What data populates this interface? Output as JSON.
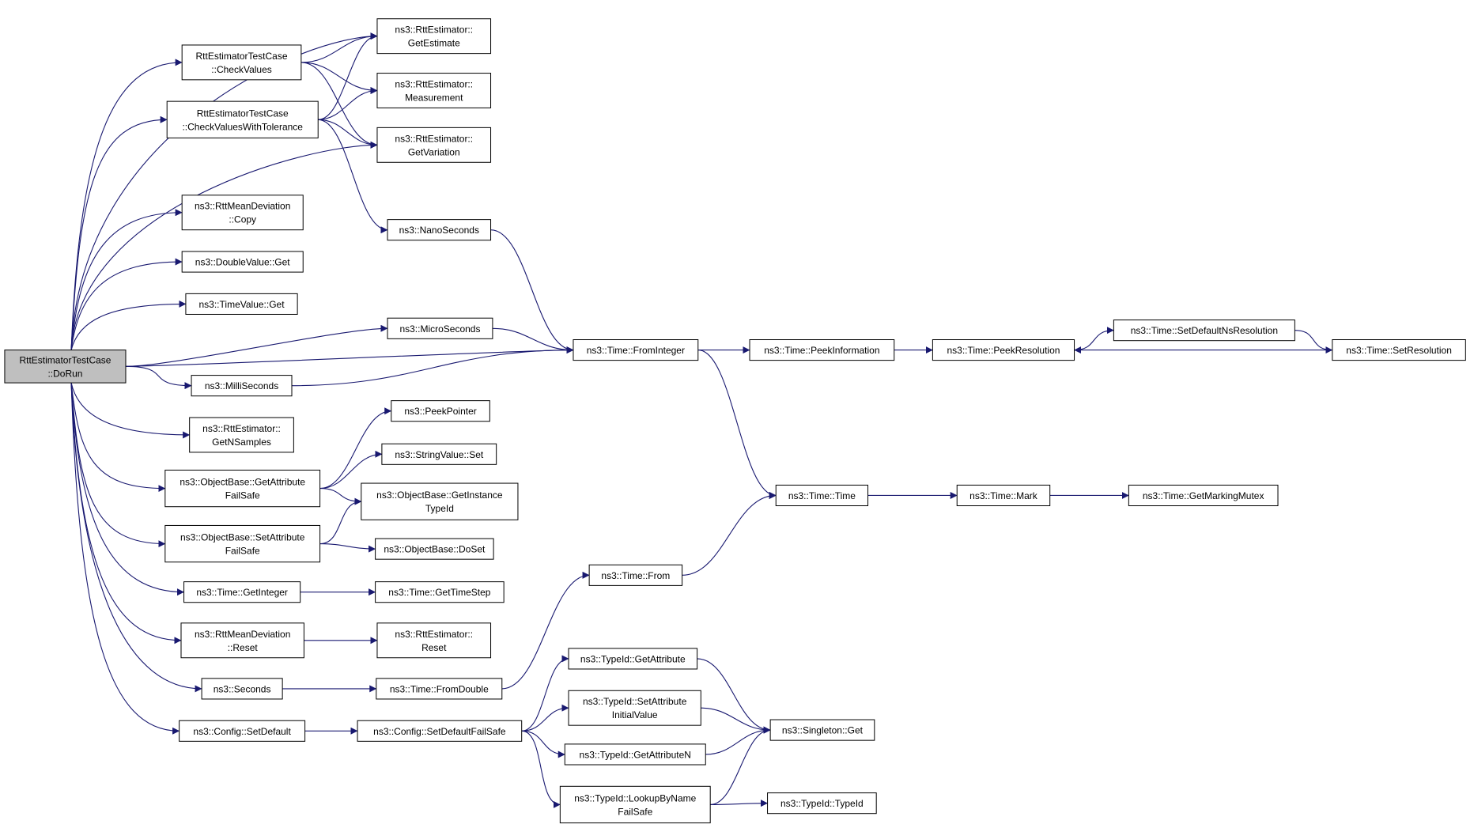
{
  "diagram": {
    "type": "call-graph",
    "edge_color": "#191970",
    "node_fill": "#ffffff",
    "root_fill": "#bfbfbf",
    "nodes": [
      {
        "id": "dorun",
        "lines": [
          "RttEstimatorTestCase",
          "::DoRun"
        ],
        "root": true
      },
      {
        "id": "checkvalues",
        "lines": [
          "RttEstimatorTestCase",
          "::CheckValues"
        ]
      },
      {
        "id": "checkvaluestol",
        "lines": [
          "RttEstimatorTestCase",
          "::CheckValuesWithTolerance"
        ]
      },
      {
        "id": "meancopy",
        "lines": [
          "ns3::RttMeanDeviation",
          "::Copy"
        ]
      },
      {
        "id": "doubleget",
        "lines": [
          "ns3::DoubleValue::Get"
        ]
      },
      {
        "id": "timevalueget",
        "lines": [
          "ns3::TimeValue::Get"
        ]
      },
      {
        "id": "milliseconds",
        "lines": [
          "ns3::MilliSeconds"
        ]
      },
      {
        "id": "getnsamples",
        "lines": [
          "ns3::RttEstimator::",
          "GetNSamples"
        ]
      },
      {
        "id": "getattrfs",
        "lines": [
          "ns3::ObjectBase::GetAttribute",
          "FailSafe"
        ]
      },
      {
        "id": "setattrfs",
        "lines": [
          "ns3::ObjectBase::SetAttribute",
          "FailSafe"
        ]
      },
      {
        "id": "getinteger",
        "lines": [
          "ns3::Time::GetInteger"
        ]
      },
      {
        "id": "meanreset",
        "lines": [
          "ns3::RttMeanDeviation",
          "::Reset"
        ]
      },
      {
        "id": "seconds",
        "lines": [
          "ns3::Seconds"
        ]
      },
      {
        "id": "configsetdefault",
        "lines": [
          "ns3::Config::SetDefault"
        ]
      },
      {
        "id": "getestimate",
        "lines": [
          "ns3::RttEstimator::",
          "GetEstimate"
        ]
      },
      {
        "id": "measurement",
        "lines": [
          "ns3::RttEstimator::",
          "Measurement"
        ]
      },
      {
        "id": "getvariation",
        "lines": [
          "ns3::RttEstimator::",
          "GetVariation"
        ]
      },
      {
        "id": "nanoseconds",
        "lines": [
          "ns3::NanoSeconds"
        ]
      },
      {
        "id": "microseconds",
        "lines": [
          "ns3::MicroSeconds"
        ]
      },
      {
        "id": "peekpointer",
        "lines": [
          "ns3::PeekPointer"
        ]
      },
      {
        "id": "stringvalueset",
        "lines": [
          "ns3::StringValue::Set"
        ]
      },
      {
        "id": "getinstancetypeid",
        "lines": [
          "ns3::ObjectBase::GetInstance",
          "TypeId"
        ]
      },
      {
        "id": "doset",
        "lines": [
          "ns3::ObjectBase::DoSet"
        ]
      },
      {
        "id": "gettimestep",
        "lines": [
          "ns3::Time::GetTimeStep"
        ]
      },
      {
        "id": "estreset",
        "lines": [
          "ns3::RttEstimator::",
          "Reset"
        ]
      },
      {
        "id": "fromdouble",
        "lines": [
          "ns3::Time::FromDouble"
        ]
      },
      {
        "id": "setdefaultfs",
        "lines": [
          "ns3::Config::SetDefaultFailSafe"
        ]
      },
      {
        "id": "frominteger",
        "lines": [
          "ns3::Time::FromInteger"
        ]
      },
      {
        "id": "timefrom",
        "lines": [
          "ns3::Time::From"
        ]
      },
      {
        "id": "typeidgetattr",
        "lines": [
          "ns3::TypeId::GetAttribute"
        ]
      },
      {
        "id": "typeidsetattriv",
        "lines": [
          "ns3::TypeId::SetAttribute",
          "InitialValue"
        ]
      },
      {
        "id": "typeidgetattrn",
        "lines": [
          "ns3::TypeId::GetAttributeN"
        ]
      },
      {
        "id": "lookupbyname",
        "lines": [
          "ns3::TypeId::LookupByName",
          "FailSafe"
        ]
      },
      {
        "id": "peekinfo",
        "lines": [
          "ns3::Time::PeekInformation"
        ]
      },
      {
        "id": "timetime",
        "lines": [
          "ns3::Time::Time"
        ]
      },
      {
        "id": "singletonget",
        "lines": [
          "ns3::Singleton::Get"
        ]
      },
      {
        "id": "typeidtypeid",
        "lines": [
          "ns3::TypeId::TypeId"
        ]
      },
      {
        "id": "peekres",
        "lines": [
          "ns3::Time::PeekResolution"
        ]
      },
      {
        "id": "timemark",
        "lines": [
          "ns3::Time::Mark"
        ]
      },
      {
        "id": "setdefaultnsres",
        "lines": [
          "ns3::Time::SetDefaultNsResolution"
        ]
      },
      {
        "id": "setres",
        "lines": [
          "ns3::Time::SetResolution"
        ]
      },
      {
        "id": "getmarkingmutex",
        "lines": [
          "ns3::Time::GetMarkingMutex"
        ]
      }
    ],
    "edges": [
      [
        "dorun",
        "getestimate"
      ],
      [
        "dorun",
        "checkvalues"
      ],
      [
        "dorun",
        "checkvaluestol"
      ],
      [
        "dorun",
        "getvariation"
      ],
      [
        "dorun",
        "meancopy"
      ],
      [
        "dorun",
        "doubleget"
      ],
      [
        "dorun",
        "timevalueget"
      ],
      [
        "dorun",
        "microseconds"
      ],
      [
        "dorun",
        "frominteger"
      ],
      [
        "dorun",
        "milliseconds"
      ],
      [
        "dorun",
        "getnsamples"
      ],
      [
        "dorun",
        "getattrfs"
      ],
      [
        "dorun",
        "setattrfs"
      ],
      [
        "dorun",
        "getinteger"
      ],
      [
        "dorun",
        "meanreset"
      ],
      [
        "dorun",
        "seconds"
      ],
      [
        "dorun",
        "configsetdefault"
      ],
      [
        "checkvalues",
        "getestimate"
      ],
      [
        "checkvalues",
        "measurement"
      ],
      [
        "checkvalues",
        "getvariation"
      ],
      [
        "checkvaluestol",
        "getestimate"
      ],
      [
        "checkvaluestol",
        "measurement"
      ],
      [
        "checkvaluestol",
        "getvariation"
      ],
      [
        "checkvaluestol",
        "nanoseconds"
      ],
      [
        "nanoseconds",
        "frominteger"
      ],
      [
        "microseconds",
        "frominteger"
      ],
      [
        "milliseconds",
        "frominteger"
      ],
      [
        "getattrfs",
        "peekpointer"
      ],
      [
        "getattrfs",
        "stringvalueset"
      ],
      [
        "getattrfs",
        "getinstancetypeid"
      ],
      [
        "setattrfs",
        "getinstancetypeid"
      ],
      [
        "setattrfs",
        "doset"
      ],
      [
        "getinteger",
        "gettimestep"
      ],
      [
        "meanreset",
        "estreset"
      ],
      [
        "seconds",
        "fromdouble"
      ],
      [
        "fromdouble",
        "timefrom"
      ],
      [
        "timefrom",
        "timetime"
      ],
      [
        "configsetdefault",
        "setdefaultfs"
      ],
      [
        "setdefaultfs",
        "typeidgetattr"
      ],
      [
        "setdefaultfs",
        "typeidsetattriv"
      ],
      [
        "setdefaultfs",
        "typeidgetattrn"
      ],
      [
        "setdefaultfs",
        "lookupbyname"
      ],
      [
        "typeidgetattr",
        "singletonget"
      ],
      [
        "typeidsetattriv",
        "singletonget"
      ],
      [
        "typeidgetattrn",
        "singletonget"
      ],
      [
        "lookupbyname",
        "singletonget"
      ],
      [
        "lookupbyname",
        "typeidtypeid"
      ],
      [
        "frominteger",
        "peekinfo"
      ],
      [
        "frominteger",
        "timetime"
      ],
      [
        "peekinfo",
        "peekres"
      ],
      [
        "peekres",
        "setdefaultnsres"
      ],
      [
        "setdefaultnsres",
        "setres"
      ],
      [
        "setres",
        "peekres"
      ],
      [
        "timetime",
        "timemark"
      ],
      [
        "timemark",
        "getmarkingmutex"
      ]
    ]
  }
}
